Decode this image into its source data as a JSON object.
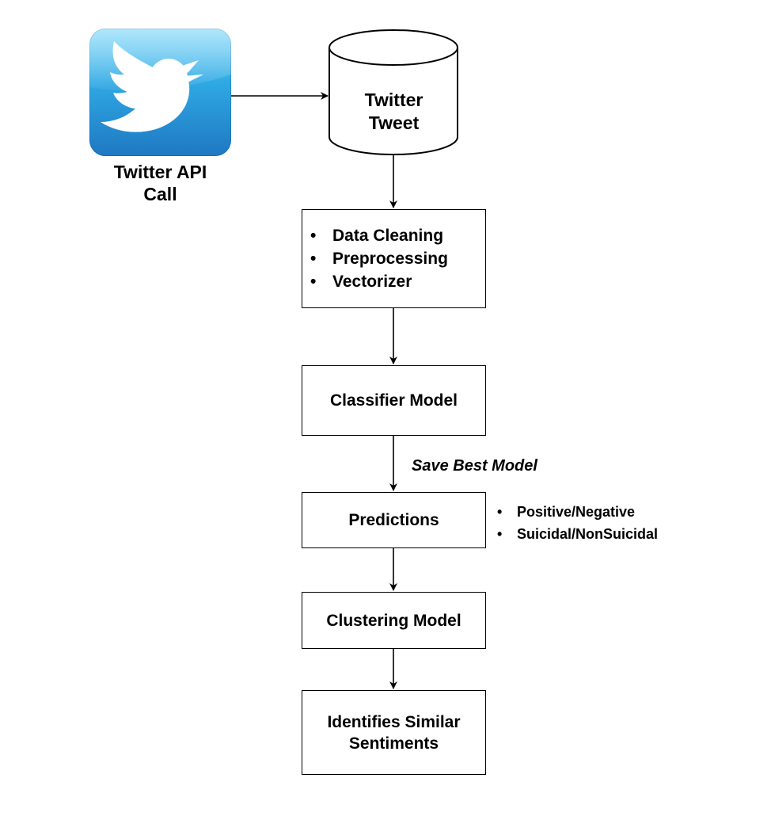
{
  "source": {
    "label": "Twitter API Call",
    "label_lines": [
      "Twitter API",
      "Call"
    ],
    "icon": "twitter-bird-icon"
  },
  "database": {
    "label": "Twitter Tweet",
    "label_lines": [
      "Twitter",
      "Tweet"
    ]
  },
  "preprocess": {
    "items": [
      "Data Cleaning",
      "Preprocessing",
      "Vectorizer"
    ]
  },
  "classifier": {
    "label": "Classifier Model"
  },
  "edge_label": {
    "text": "Save Best Model"
  },
  "predictions": {
    "label": "Predictions",
    "outputs": [
      "Positive/Negative",
      "Suicidal/NonSuicidal"
    ]
  },
  "clustering": {
    "label": "Clustering Model"
  },
  "result": {
    "label": "Identifies Similar Sentiments",
    "label_lines": [
      "Identifies Similar",
      "Sentiments"
    ]
  },
  "colors": {
    "logo_top": "#6fd3f8",
    "logo_mid": "#2fa9e4",
    "logo_bottom": "#1f78c2",
    "line": "#000000",
    "bird": "#ffffff"
  }
}
